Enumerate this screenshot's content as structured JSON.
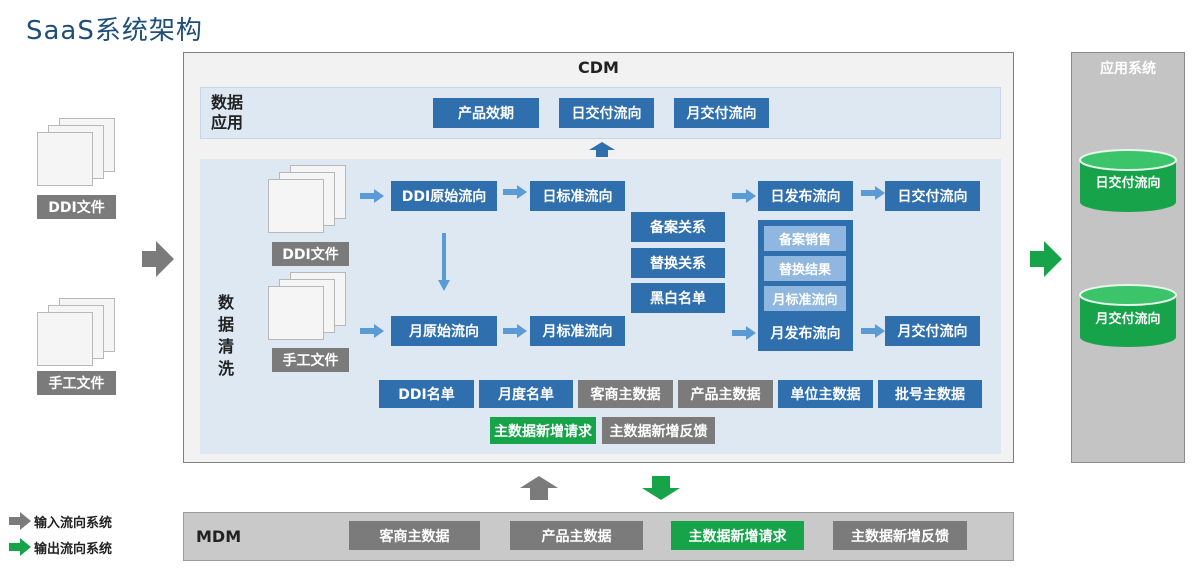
{
  "title": "SaaS系统架构",
  "cdm": {
    "label": "CDM",
    "data_app": {
      "label": "数据\n应用",
      "items": [
        "产品效期",
        "日交付流向",
        "月交付流向"
      ]
    },
    "data_clean": {
      "label": "数据\n清洗",
      "ddi_file": "DDI文件",
      "manual_file": "手工文件",
      "flow": {
        "ddi_raw": "DDI原始流向",
        "day_std": "日标准流向",
        "day_pub": "日发布流向",
        "day_deliver": "日交付流向",
        "month_raw": "月原始流向",
        "month_std": "月标准流向",
        "month_pub": "月发布流向",
        "month_deliver": "月交付流向"
      },
      "relations": [
        "备案关系",
        "替换关系",
        "黑白名单"
      ],
      "pub_inner": [
        "备案销售",
        "替换结果",
        "月标准流向"
      ],
      "master_row": [
        "DDI名单",
        "月度名单",
        "客商主数据",
        "产品主数据",
        "单位主数据",
        "批号主数据"
      ],
      "requests": [
        "主数据新增请求",
        "主数据新增反馈"
      ]
    }
  },
  "left_inputs": [
    "DDI文件",
    "手工文件"
  ],
  "app_system": {
    "label": "应用系统",
    "dbs": [
      "日交付流向",
      "月交付流向"
    ]
  },
  "mdm": {
    "label": "MDM",
    "items": [
      "客商主数据",
      "产品主数据",
      "主数据新增请求",
      "主数据新增反馈"
    ]
  },
  "legend": {
    "input": "输入流向系统",
    "output": "输出流向系统"
  },
  "colors": {
    "blue": "#2f6fae",
    "gray": "#7b7b7b",
    "green": "#16a34a",
    "light_blue_bg": "#dde8f3",
    "title": "#1f4e79"
  }
}
